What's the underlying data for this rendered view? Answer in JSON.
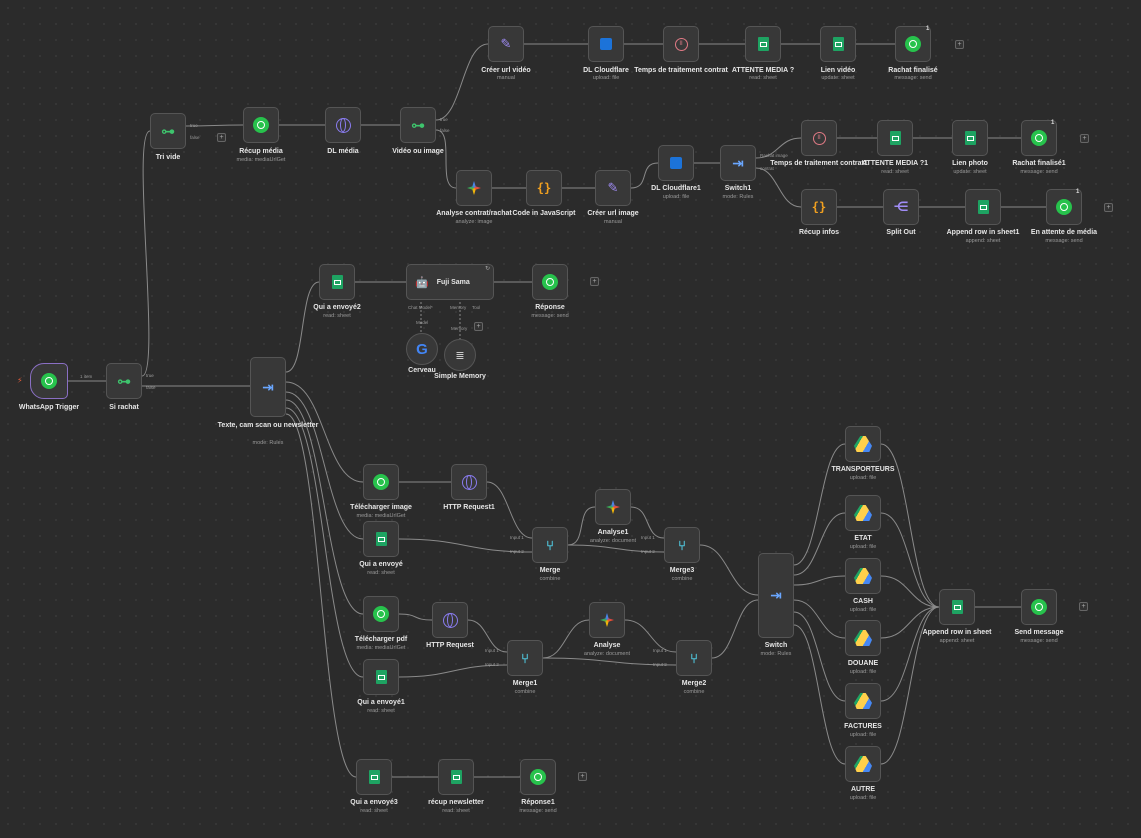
{
  "nodes": {
    "trigger": {
      "label": "WhatsApp Trigger",
      "icon": "whatsapp-icon"
    },
    "si_rachat": {
      "label": "Si rachat",
      "icon": "if-icon"
    },
    "tri_vide": {
      "label": "Tri vide",
      "icon": "if-icon"
    },
    "recup_media": {
      "label": "Récup média",
      "sub": "media: mediaUrlGet",
      "icon": "whatsapp-icon"
    },
    "dl_media": {
      "label": "DL média",
      "icon": "http-icon"
    },
    "video_ou_image": {
      "label": "Vidéo ou image",
      "icon": "if-icon"
    },
    "creer_url_video": {
      "label": "Créer url vidéo",
      "sub": "manual",
      "icon": "edit-icon"
    },
    "dl_cloudflare": {
      "label": "DL Cloudflare",
      "sub": "upload: file",
      "icon": "cloudflare-icon"
    },
    "temps_traitement": {
      "label": "Temps de traitement contrat",
      "icon": "wait-icon"
    },
    "attente_media": {
      "label": "ATTENTE MEDIA ?",
      "sub": "read: sheet",
      "icon": "sheets-icon"
    },
    "lien_video": {
      "label": "Lien vidéo",
      "sub": "update: sheet",
      "icon": "sheets-icon"
    },
    "rachat_finalise": {
      "label": "Rachat finalisé",
      "sub": "message: send",
      "badge": "1",
      "icon": "whatsapp-icon"
    },
    "analyse_contrat": {
      "label": "Analyse contrat/rachat",
      "sub": "analyze: image",
      "icon": "gemini-icon"
    },
    "code_js": {
      "label": "Code in JavaScript",
      "icon": "code-icon"
    },
    "creer_url_image": {
      "label": "Créer url image",
      "sub": "manual",
      "icon": "edit-icon"
    },
    "dl_cloudflare1": {
      "label": "DL Cloudflare1",
      "sub": "upload: file",
      "icon": "cloudflare-icon"
    },
    "switch1": {
      "label": "Switch1",
      "sub": "mode: Rules",
      "icon": "switch-icon"
    },
    "temps_traitement1": {
      "label": "Temps de traitement contrat1",
      "icon": "wait-icon"
    },
    "attente_media1": {
      "label": "ATTENTE MEDIA ?1",
      "sub": "read: sheet",
      "icon": "sheets-icon"
    },
    "lien_photo": {
      "label": "Lien photo",
      "sub": "update: sheet",
      "icon": "sheets-icon"
    },
    "rachat_finalise1": {
      "label": "Rachat finalisé1",
      "sub": "message: send",
      "badge": "1",
      "icon": "whatsapp-icon"
    },
    "recup_infos": {
      "label": "Récup infos",
      "icon": "code-icon"
    },
    "split_out": {
      "label": "Split Out",
      "icon": "split-icon"
    },
    "append_row1": {
      "label": "Append row in sheet1",
      "sub": "append: sheet",
      "icon": "sheets-icon"
    },
    "en_attente": {
      "label": "En attente de média",
      "sub": "message: send",
      "badge": "1",
      "icon": "whatsapp-icon"
    },
    "qui_envoye2": {
      "label": "Qui a envoyé2",
      "sub": "read: sheet",
      "icon": "sheets-icon"
    },
    "fuji_sama": {
      "label": "Fuji Sama",
      "icon": "robot-icon"
    },
    "reponse": {
      "label": "Réponse",
      "sub": "message: send",
      "icon": "whatsapp-icon"
    },
    "cerveau": {
      "label": "Cerveau",
      "icon": "google-icon"
    },
    "simple_memory": {
      "label": "Simple Memory",
      "icon": "database-icon"
    },
    "texte_switch": {
      "label": "Texte, cam scan ou newsletter",
      "sub": "mode: Rules",
      "icon": "switch-icon"
    },
    "telecharger_image": {
      "label": "Télécharger image",
      "sub": "media: mediaUrlGet",
      "icon": "whatsapp-icon"
    },
    "http_request1": {
      "label": "HTTP Request1",
      "icon": "http-icon"
    },
    "qui_envoye": {
      "label": "Qui a envoyé",
      "sub": "read: sheet",
      "icon": "sheets-icon"
    },
    "merge": {
      "label": "Merge",
      "sub": "combine",
      "icon": "merge-icon"
    },
    "analyse1": {
      "label": "Analyse1",
      "sub": "analyze: document",
      "icon": "gemini-icon"
    },
    "merge3": {
      "label": "Merge3",
      "sub": "combine",
      "icon": "merge-icon"
    },
    "telecharger_pdf": {
      "label": "Télécharger pdf",
      "sub": "media: mediaUrlGet",
      "icon": "whatsapp-icon"
    },
    "http_request": {
      "label": "HTTP Request",
      "icon": "http-icon"
    },
    "qui_envoye1": {
      "label": "Qui a envoyé1",
      "sub": "read: sheet",
      "icon": "sheets-icon"
    },
    "merge1": {
      "label": "Merge1",
      "sub": "combine",
      "icon": "merge-icon"
    },
    "analyse": {
      "label": "Analyse",
      "sub": "analyze: document",
      "icon": "gemini-icon"
    },
    "merge2": {
      "label": "Merge2",
      "sub": "combine",
      "icon": "merge-icon"
    },
    "qui_envoye3": {
      "label": "Qui a envoyé3",
      "sub": "read: sheet",
      "icon": "sheets-icon"
    },
    "recup_newsletter": {
      "label": "récup newsletter",
      "sub": "read: sheet",
      "icon": "sheets-icon"
    },
    "reponse1": {
      "label": "Réponse1",
      "sub": "message: send",
      "icon": "whatsapp-icon"
    },
    "switch": {
      "label": "Switch",
      "sub": "mode: Rules",
      "icon": "switch-icon"
    },
    "transporteurs": {
      "label": "TRANSPORTEURS",
      "sub": "upload: file",
      "icon": "drive-icon"
    },
    "etat": {
      "label": "ETAT",
      "sub": "upload: file",
      "icon": "drive-icon"
    },
    "cash": {
      "label": "CASH",
      "sub": "upload: file",
      "icon": "drive-icon"
    },
    "douane": {
      "label": "DOUANE",
      "sub": "upload: file",
      "icon": "drive-icon"
    },
    "factures": {
      "label": "FACTURES",
      "sub": "upload: file",
      "icon": "drive-icon"
    },
    "autre": {
      "label": "AUTRE",
      "sub": "upload: file",
      "icon": "drive-icon"
    },
    "append_row": {
      "label": "Append row in sheet",
      "sub": "append: sheet",
      "icon": "sheets-icon"
    },
    "send_message": {
      "label": "Send message",
      "sub": "message: send",
      "icon": "whatsapp-icon"
    }
  },
  "ports": {
    "one_item": "1 item",
    "true": "true",
    "false": "false",
    "rachat_image": "Rachat image",
    "contrat": "contrat",
    "chat_model": "Chat Model*",
    "memory": "Memory",
    "tool": "Tool",
    "model": "Model",
    "input1": "Input 1",
    "input2": "Input 2"
  },
  "colors": {
    "canvas": "#2b2b2b",
    "node": "#383838",
    "wire": "#8a8a8a",
    "whatsapp": "#27c24c",
    "sheets": "#1ea362"
  }
}
